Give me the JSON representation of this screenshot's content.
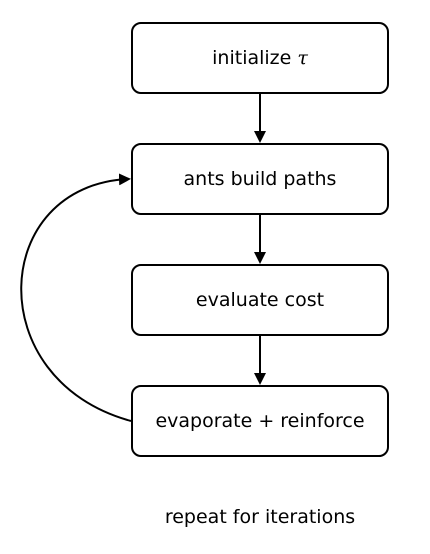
{
  "nodes": {
    "initialize": {
      "label": "initialize",
      "symbol": "τ"
    },
    "build": {
      "label": "ants build paths"
    },
    "evaluate": {
      "label": "evaluate cost"
    },
    "update": {
      "label": "evaporate + reinforce"
    }
  },
  "caption": "repeat for iterations",
  "colors": {
    "stroke": "#000000",
    "fill": "#ffffff"
  }
}
